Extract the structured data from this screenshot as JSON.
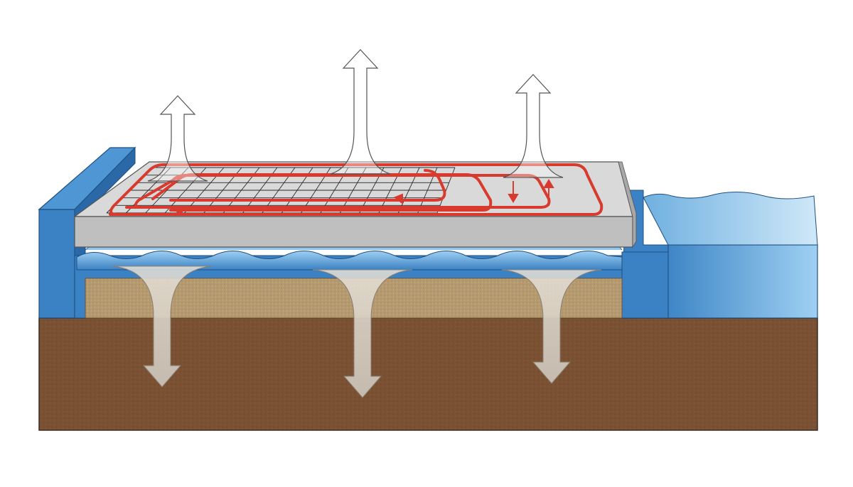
{
  "diagram": {
    "style": "cross-section illustration, no text labels",
    "colors": {
      "background": "#ffffff",
      "insulation_blue": "#3b82c4",
      "insulation_blue_dark": "#2a68a8",
      "slab_top": "#d9d9d9",
      "slab_front": "#bfbfbf",
      "heating_pipe": "#d83a2e",
      "grid_line": "#2a2a2a",
      "gravel": "#b59a70",
      "soil": "#7a5233",
      "water": "#6fb0e0",
      "heat_arrow_fill": "#f2f2f2",
      "heat_arrow_stroke": "#555555"
    },
    "components": [
      {
        "id": "concrete-slab",
        "icon": "slab"
      },
      {
        "id": "heating-pipe-loop",
        "icon": "serpentine-pipe"
      },
      {
        "id": "reinforcement-grid",
        "icon": "mesh"
      },
      {
        "id": "water-layer",
        "icon": "wave"
      },
      {
        "id": "gravel-layer",
        "icon": "granular-fill"
      },
      {
        "id": "soil-ground",
        "icon": "earth"
      },
      {
        "id": "side-insulation",
        "icon": "insulation-board"
      },
      {
        "id": "adjacent-water-body",
        "icon": "water"
      }
    ],
    "heat_flow": {
      "upward_arrow_count": 3,
      "downward_arrow_count": 3
    }
  }
}
